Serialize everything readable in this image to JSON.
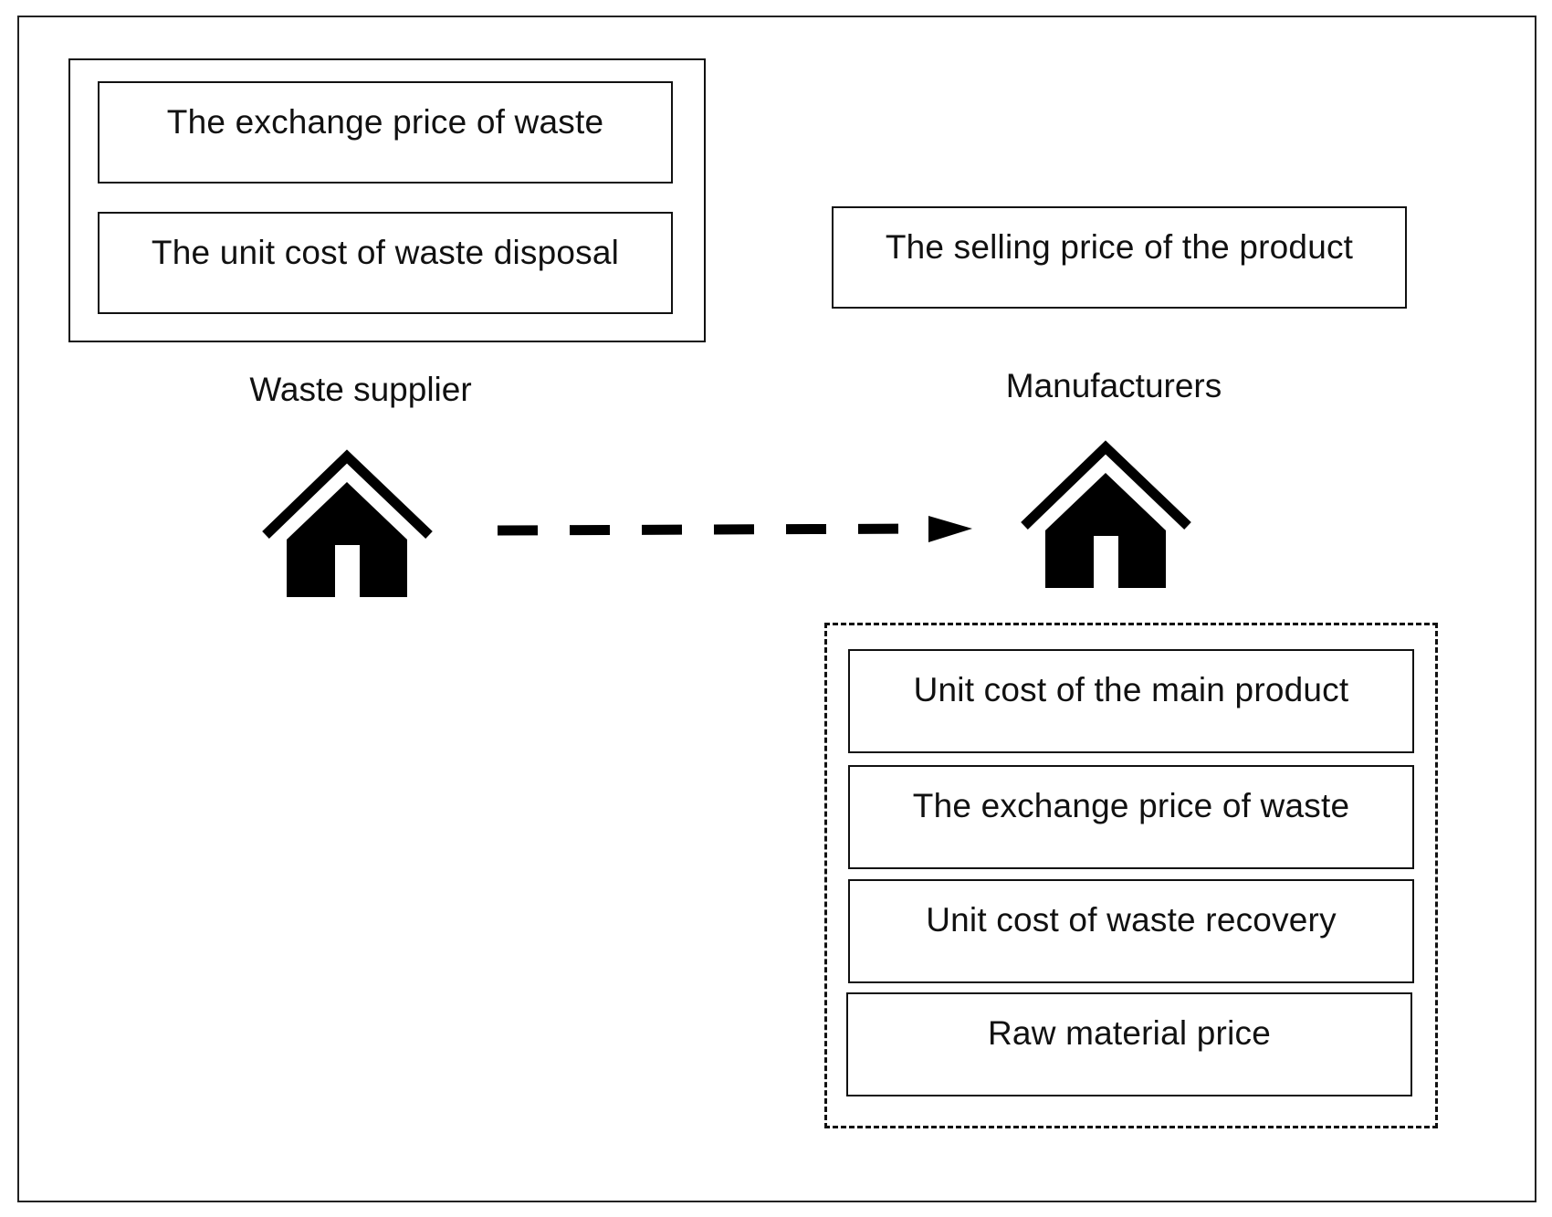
{
  "supplier": {
    "name": "Waste supplier",
    "attributes": [
      "The exchange price of waste",
      "The unit cost of waste disposal"
    ],
    "icon": "house-icon"
  },
  "manufacturer": {
    "name": "Manufacturers",
    "top_attribute": "The selling price of the product",
    "attributes": [
      "Unit cost of the main product",
      "The exchange price of waste",
      "Unit cost of waste recovery",
      "Raw material price"
    ],
    "icon": "house-icon"
  },
  "flow": {
    "icon": "dashed-arrow-icon"
  }
}
